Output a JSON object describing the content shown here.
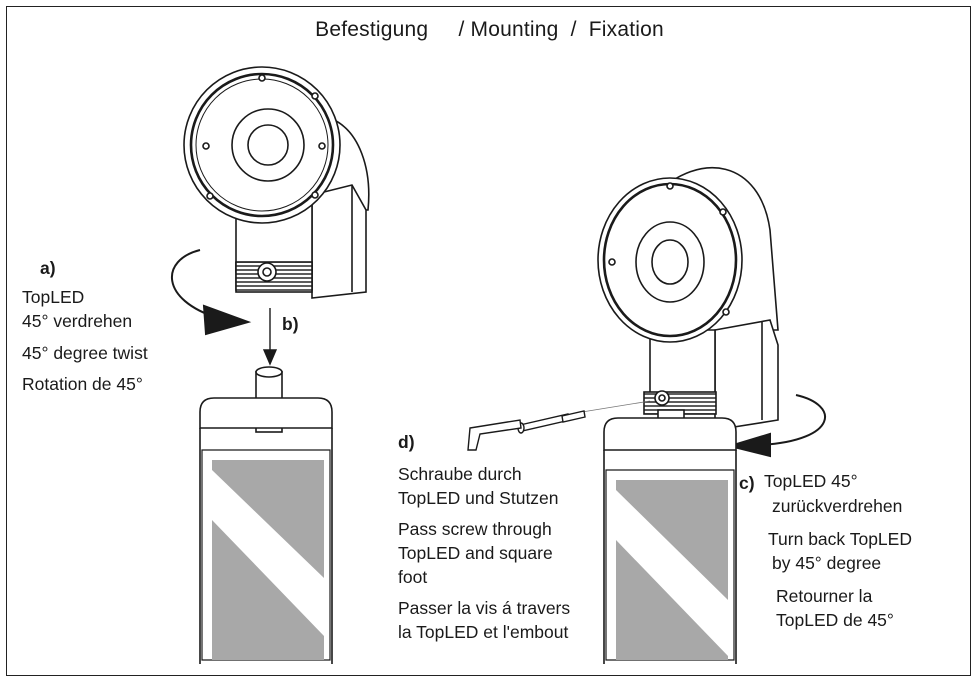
{
  "title": {
    "de": "Befestigung",
    "sep1": "/",
    "en": "Mounting",
    "sep2": "/",
    "fr": "Fixation"
  },
  "step_a": {
    "label": "a)",
    "de_line1": "TopLED",
    "de_line2": "45° verdrehen",
    "en": "45° degree  twist",
    "fr": "Rotation de 45°"
  },
  "step_b": {
    "label": "b)"
  },
  "step_c": {
    "label": "c)",
    "de_line1": "TopLED 45°",
    "de_line2": "zurückverdrehen",
    "en_line1": "Turn back TopLED",
    "en_line2": "by 45° degree",
    "fr_line1": "Retourner la",
    "fr_line2": "TopLED de 45°"
  },
  "step_d": {
    "label": "d)",
    "de_line1": "Schraube durch",
    "de_line2": "TopLED und Stutzen",
    "en_line1": "Pass screw through",
    "en_line2": "TopLED and square",
    "en_line3": "foot",
    "fr_line1": "Passer la vis á travers",
    "fr_line2": "la TopLED et l'embout"
  },
  "colors": {
    "line": "#1a1a1a",
    "stripe": "#a8a8a8",
    "shade": "#e6e6e6"
  }
}
